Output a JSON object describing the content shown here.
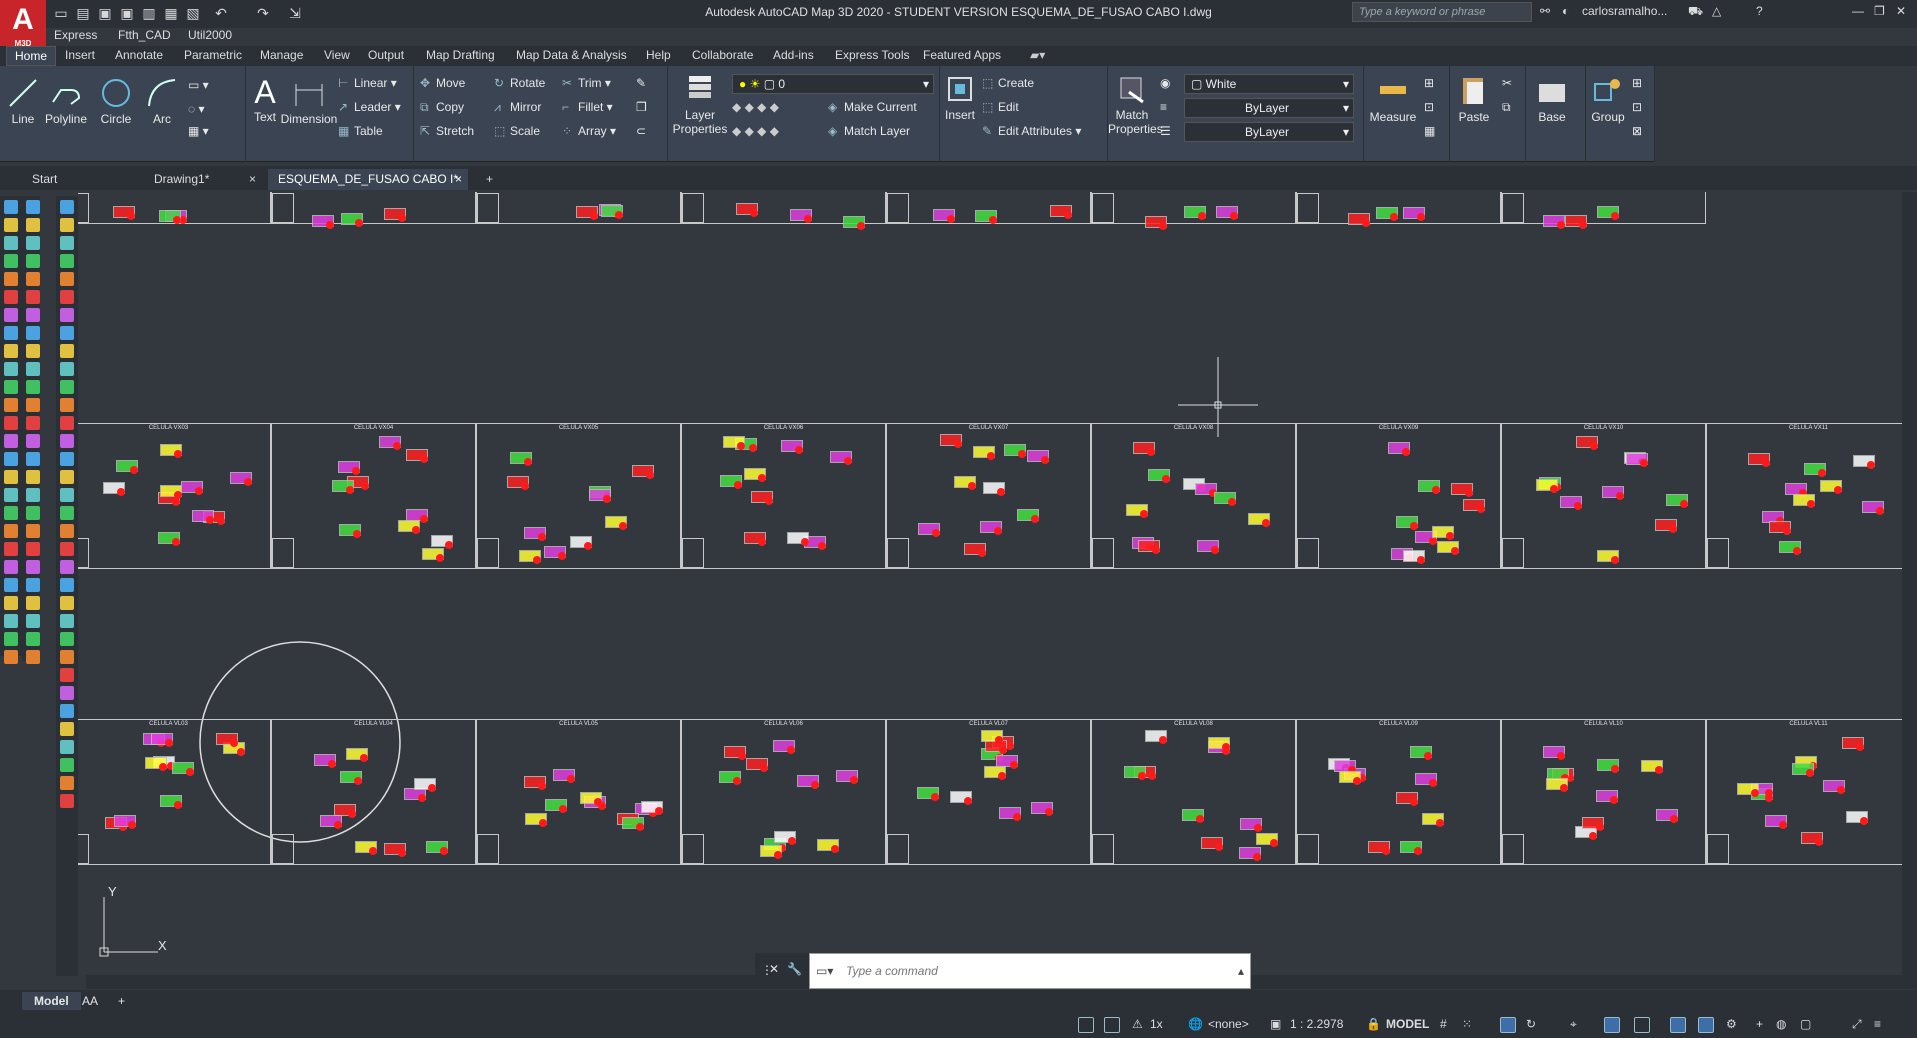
{
  "app": {
    "title": "Autodesk AutoCAD Map 3D 2020 - STUDENT VERSION    ESQUEMA_DE_FUSAO CABO I.dwg",
    "icon_label": "A",
    "icon_sub": "M3D",
    "search_placeholder": "Type a keyword or phrase",
    "user": "carlosramalho...",
    "help": "?"
  },
  "menu_tabs": [
    "Express",
    "Ftth_CAD",
    "Util2000"
  ],
  "ribbon_tabs": [
    "Home",
    "Insert",
    "Annotate",
    "Parametric",
    "Manage",
    "View",
    "Output",
    "Map Drafting",
    "Map Data & Analysis",
    "Help",
    "Collaborate",
    "Add-ins",
    "Express Tools",
    "Featured Apps"
  ],
  "ribbon": {
    "draw": [
      "Line",
      "Polyline",
      "Circle",
      "Arc"
    ],
    "annotation": {
      "text": "Text",
      "dimension": "Dimension",
      "linear": "Linear",
      "leader": "Leader",
      "table": "Table"
    },
    "modify": [
      "Move",
      "Rotate",
      "Trim",
      "Copy",
      "Mirror",
      "Fillet",
      "Stretch",
      "Scale",
      "Array"
    ],
    "layers": {
      "label": "Layer Properties",
      "current": "0",
      "make_current": "Make Current",
      "match_layer": "Match Layer"
    },
    "block": {
      "insert": "Insert",
      "create": "Create",
      "edit": "Edit",
      "edit_attributes": "Edit Attributes"
    },
    "properties": {
      "match": "Match Properties",
      "color": "White",
      "linetype": "ByLayer",
      "lineweight": "ByLayer"
    },
    "utilities": {
      "measure": "Measure"
    },
    "clipboard": {
      "paste": "Paste"
    },
    "view": {
      "base": "Base"
    },
    "groups": {
      "group": "Group"
    }
  },
  "doc_tabs": [
    {
      "label": "Start",
      "close": ""
    },
    {
      "label": "Drawing1*",
      "close": "×"
    },
    {
      "label": "ESQUEMA_DE_FUSAO CABO I*",
      "close": "×"
    }
  ],
  "doc_tab_add": "+",
  "cells_row2": [
    "CELULA VX03",
    "CELULA VX04",
    "CELULA VX05",
    "CELULA VX06",
    "CELULA VX07",
    "CELULA VX08",
    "CELULA VX09",
    "CELULA VX10",
    "CELULA VX11"
  ],
  "cells_row3": [
    "CELULA VL03",
    "CELULA VL04",
    "CELULA VL05",
    "CELULA VL06",
    "CELULA VL07",
    "CELULA VL08",
    "CELULA VL09",
    "CELULA VL10",
    "CELULA VL11"
  ],
  "ucs": {
    "y": "Y",
    "x": "X"
  },
  "command": {
    "placeholder": "Type  a  command"
  },
  "layout_tabs": [
    "Model",
    "AA"
  ],
  "layout_add": "+",
  "status": {
    "snap": "<none>",
    "scale": "1 : 2.2978",
    "space": "MODEL",
    "zoom": "1x"
  }
}
